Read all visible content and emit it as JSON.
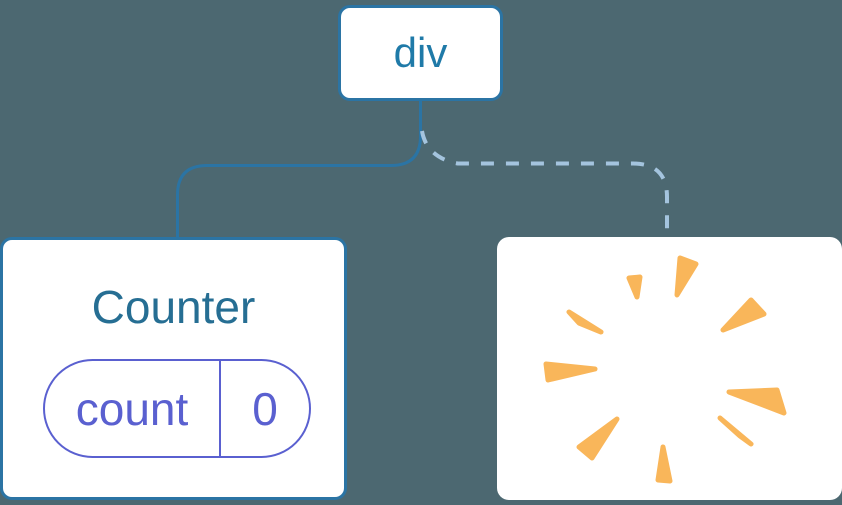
{
  "diagram": {
    "root": {
      "label": "div"
    },
    "counter": {
      "title": "Counter",
      "state": {
        "key": "count",
        "value": "0"
      }
    },
    "removed": {
      "icon": "poof-starburst-icon"
    },
    "connectors": {
      "left_child": "solid",
      "right_child": "dashed"
    },
    "colors": {
      "background": "#4C6871",
      "node_border": "#2B74A4",
      "node_label": "#1F7AA8",
      "title_text": "#266E93",
      "state_accent": "#5A60D0",
      "dashed_line": "#A4C4DE",
      "poof": "#F9B65A"
    }
  }
}
